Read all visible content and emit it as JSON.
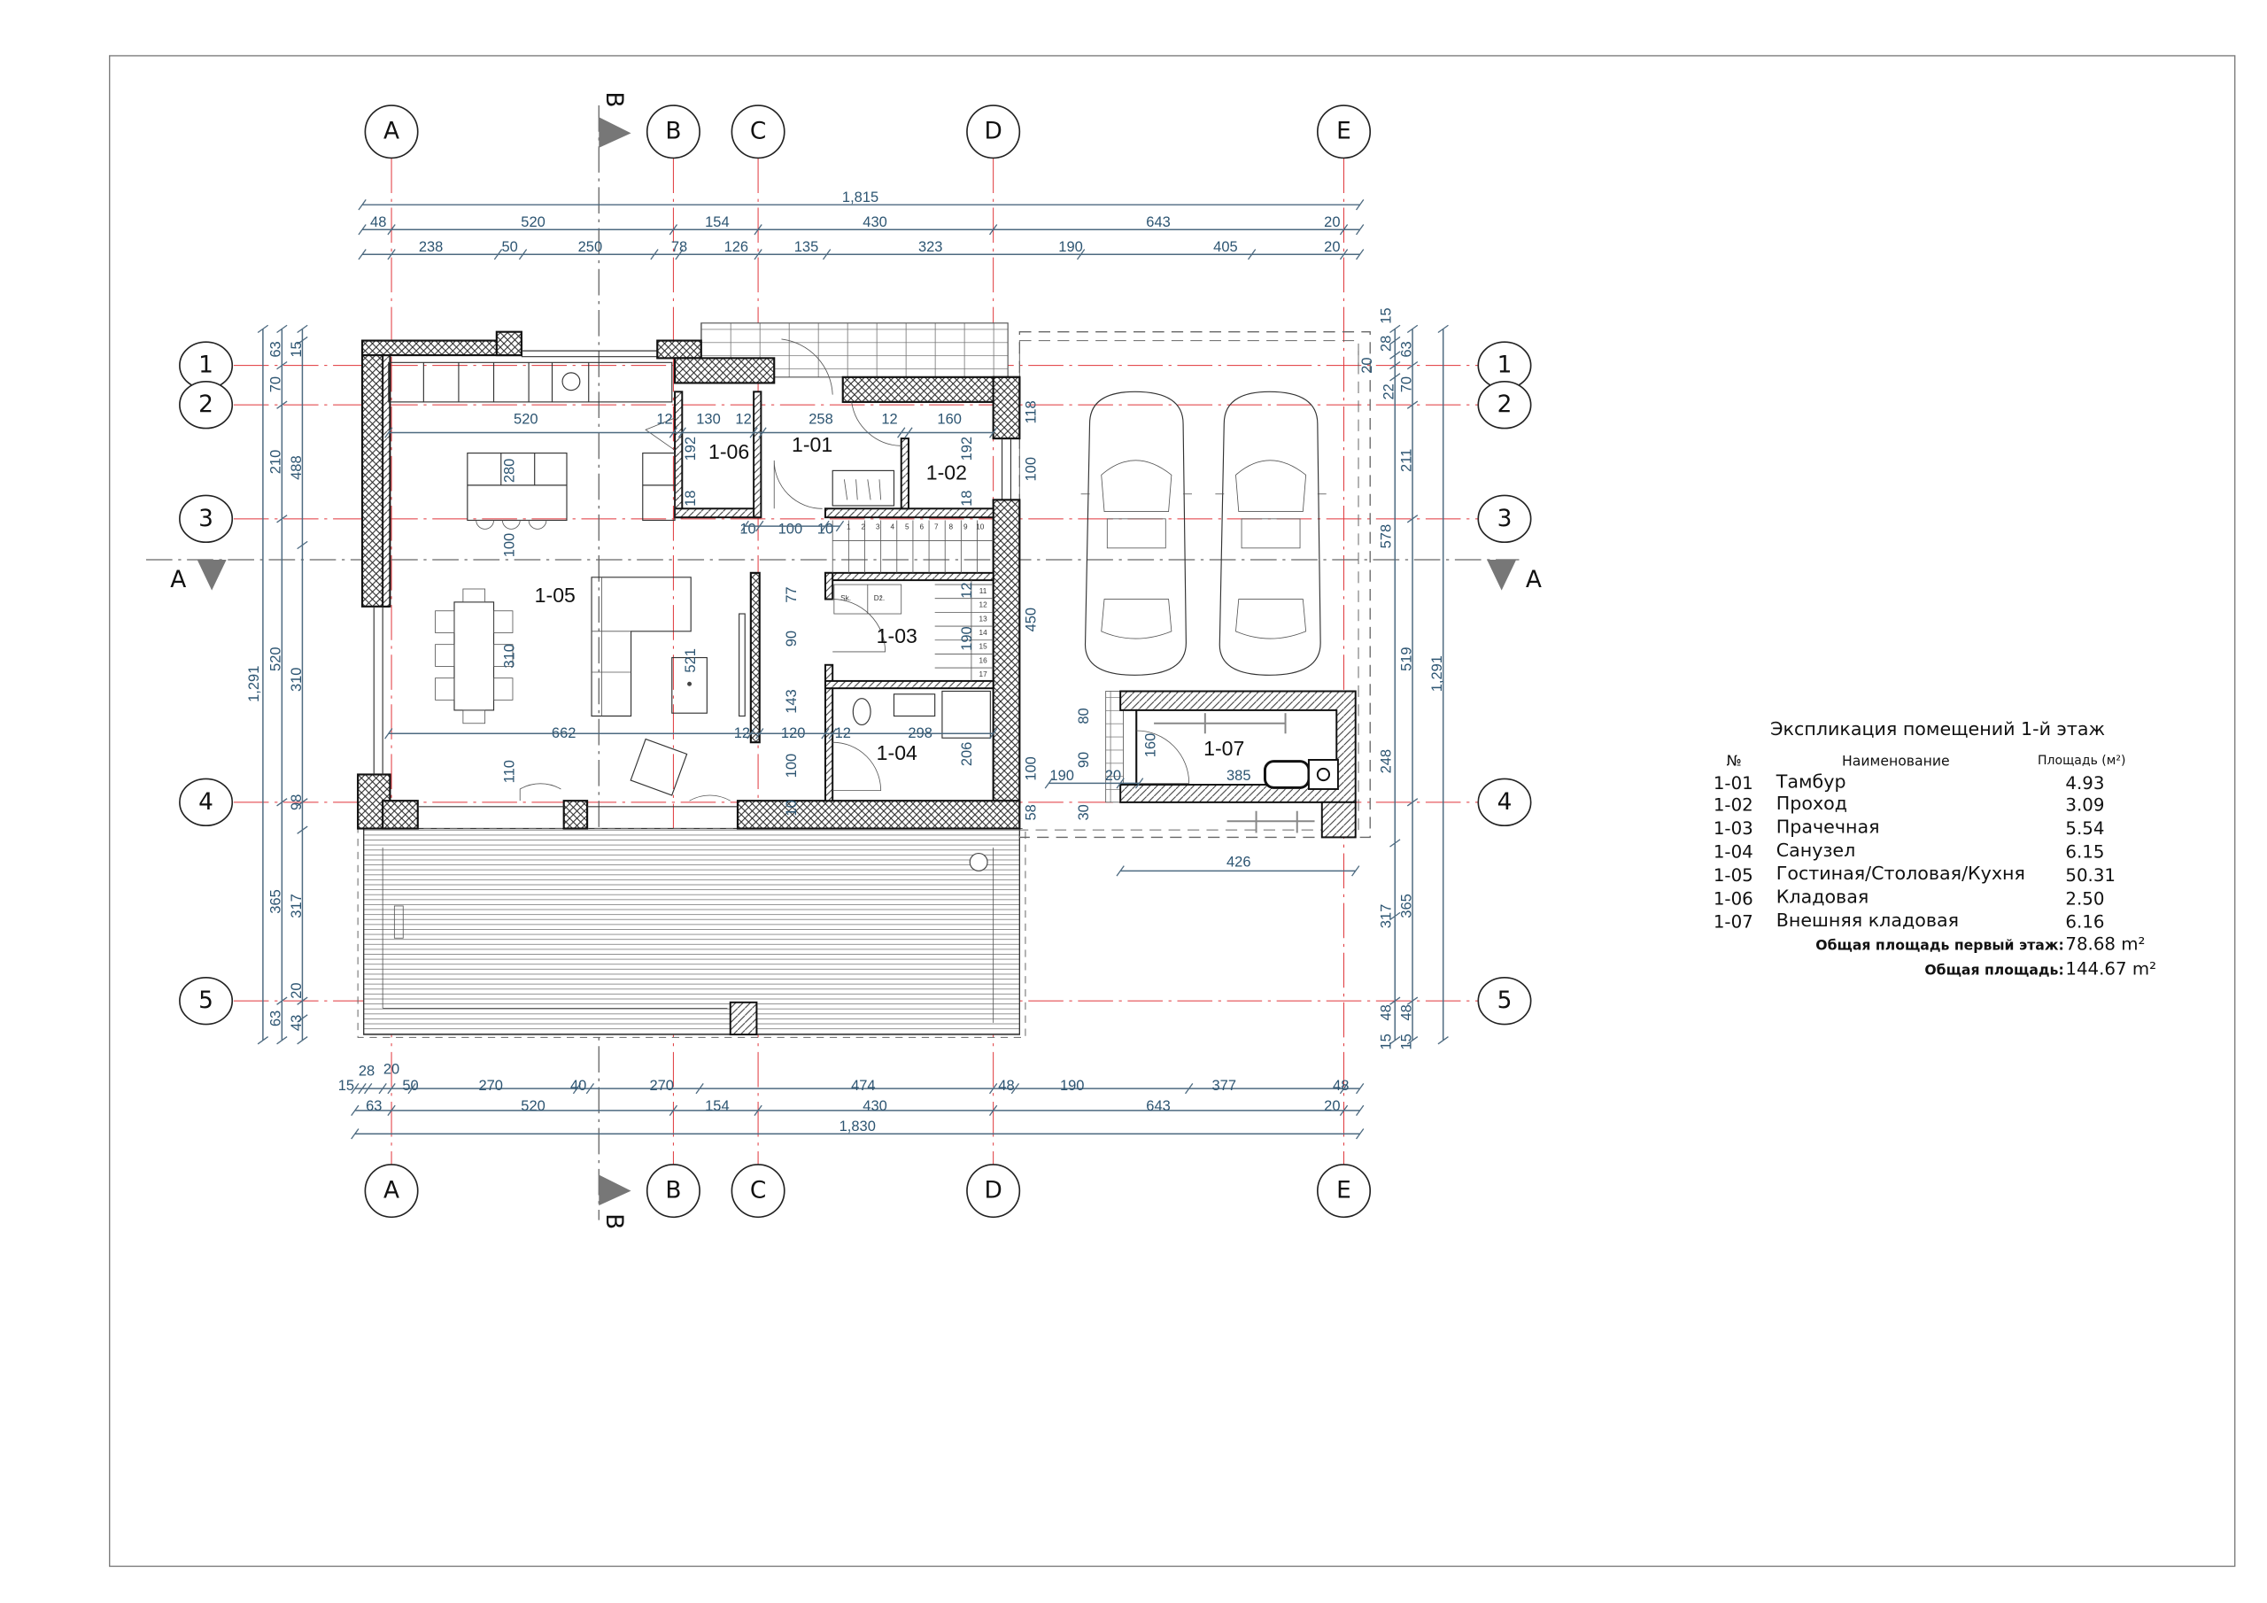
{
  "grid": {
    "columns": [
      "A",
      "B",
      "C",
      "D",
      "E"
    ],
    "rows": [
      "1",
      "2",
      "3",
      "4",
      "5"
    ]
  },
  "sections": {
    "horizontal": "A",
    "vertical": "B"
  },
  "rooms": [
    {
      "id": "1-01",
      "name": "Тамбур",
      "area": "4.93"
    },
    {
      "id": "1-02",
      "name": "Проход",
      "area": "3.09"
    },
    {
      "id": "1-03",
      "name": "Прачечная",
      "area": "5.54"
    },
    {
      "id": "1-04",
      "name": "Санузел",
      "area": "6.15"
    },
    {
      "id": "1-05",
      "name": "Гостиная/Столовая/Кухня",
      "area": "50.31"
    },
    {
      "id": "1-06",
      "name": "Кладовая",
      "area": "2.50"
    },
    {
      "id": "1-07",
      "name": "Внешняя кладовая",
      "area": "6.16"
    }
  ],
  "dimensions": {
    "top": [
      [
        "1,815"
      ],
      [
        "48",
        "520",
        "154",
        "430",
        "643",
        "20"
      ],
      [
        "238",
        "50",
        "250",
        "78",
        "126",
        "135",
        "323",
        "190",
        "405",
        "20"
      ]
    ],
    "bottom": [
      [
        "15",
        "28",
        "20",
        "50",
        "270",
        "40",
        "270",
        "474",
        "48",
        "190",
        "377",
        "48"
      ],
      [
        "63",
        "520",
        "154",
        "430",
        "643",
        "20"
      ],
      [
        "1,830"
      ]
    ],
    "left": [
      [
        "1,291"
      ],
      [
        "63",
        "70",
        "210",
        "520",
        "365",
        "63"
      ],
      [
        "15",
        "488",
        "310",
        "98",
        "317",
        "20",
        "43"
      ]
    ],
    "right": [
      [
        "15",
        "28",
        "20",
        "22",
        "578",
        "248",
        "317",
        "48",
        "15"
      ],
      [
        "63",
        "70",
        "211",
        "519",
        "365",
        "48",
        "15"
      ],
      [
        "1,291"
      ]
    ],
    "interior": [
      "520",
      "280",
      "12",
      "130",
      "12",
      "192",
      "18",
      "258",
      "12",
      "160",
      "192",
      "18",
      "10",
      "100",
      "10",
      "100",
      "118",
      "100",
      "450",
      "77",
      "90",
      "143",
      "310",
      "521",
      "190",
      "12",
      "662",
      "12",
      "120",
      "12",
      "298",
      "206",
      "110",
      "100",
      "10",
      "100",
      "58",
      "190",
      "20",
      "80",
      "90",
      "30",
      "160",
      "385",
      "426"
    ]
  },
  "annotations": {
    "storage_labels": [
      "Sk.",
      "Dž."
    ],
    "stair_steps": [
      "1",
      "2",
      "3",
      "4",
      "5",
      "6",
      "7",
      "8",
      "9",
      "10",
      "11",
      "12",
      "13",
      "14",
      "15",
      "16",
      "17"
    ]
  },
  "legend": {
    "title": "Экспликация помещений  1-й этаж",
    "col_no": "№",
    "col_name": "Наименование",
    "col_area": "Площадь (м²)",
    "floor_total_label": "Общая площадь первый этаж:",
    "floor_total": "78.68 m²",
    "total_label": "Общая площадь:",
    "total": "144.67 m²"
  },
  "colors": {
    "grid_axis": "#e0353a",
    "dimension": "#2d5572",
    "wall": "#111111"
  }
}
